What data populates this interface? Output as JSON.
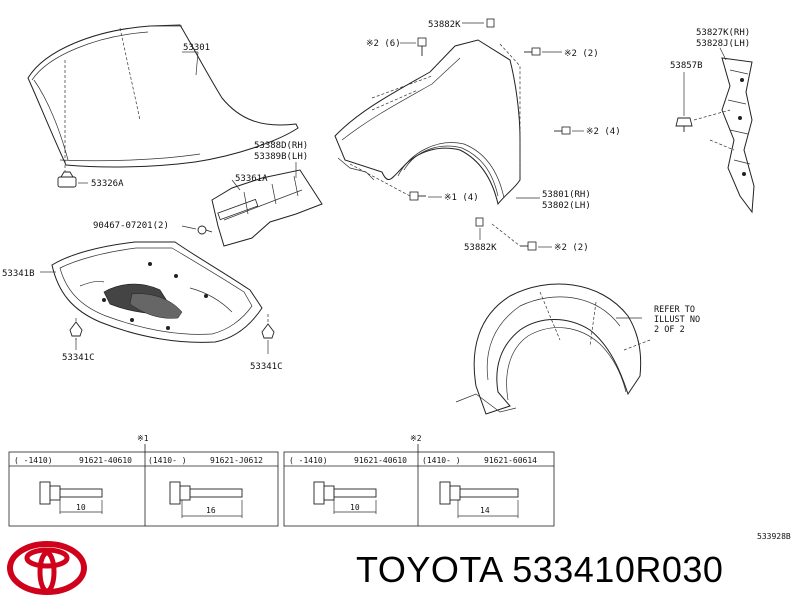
{
  "parts": {
    "hood": "53301",
    "hood_clip": "53326A",
    "seal_rh": "53388D(RH)",
    "seal_lh": "53389B(LH)",
    "seal_retainer": "53361A",
    "bolt_ref": "90467-07201(2)",
    "hood_insulator": "53341B",
    "insulator_clip_left": "53341C",
    "insulator_clip_right": "53341C",
    "fender_clip_top": "53882K",
    "fender_clip_bottom": "53882K",
    "bolt_top_left": "※2 (6)",
    "bolt_top_right": "※2 (2)",
    "bolt_mid_right": "※2 (4)",
    "bolt_fender_lower": "※1 (4)",
    "bolt_bottom": "※2 (2)",
    "fender_rh": "53801(RH)",
    "fender_lh": "53802(LH)",
    "bracket_rh": "53827K(RH)",
    "bracket_lh": "53828J(LH)",
    "bracket_clip": "53857B"
  },
  "refer_note": [
    "REFER TO",
    "ILLUST NO",
    "2 OF 2"
  ],
  "tables": [
    {
      "marker": "※1",
      "cells": [
        {
          "range": "(    -1410)",
          "part": "91621-40610",
          "length": "10"
        },
        {
          "range": "(1410-     )",
          "part": "91621-J0612",
          "length": "16"
        }
      ]
    },
    {
      "marker": "※2",
      "cells": [
        {
          "range": "(    -1410)",
          "part": "91621-40610",
          "length": "10"
        },
        {
          "range": "(1410-     )",
          "part": "91621-60614",
          "length": "14"
        }
      ]
    }
  ],
  "illustration_code": "533928B",
  "footer": {
    "brand": "TOYOTA",
    "part_number": "533410R030"
  },
  "logo": {
    "name": "toyota-logo",
    "color": "#d0021b"
  }
}
